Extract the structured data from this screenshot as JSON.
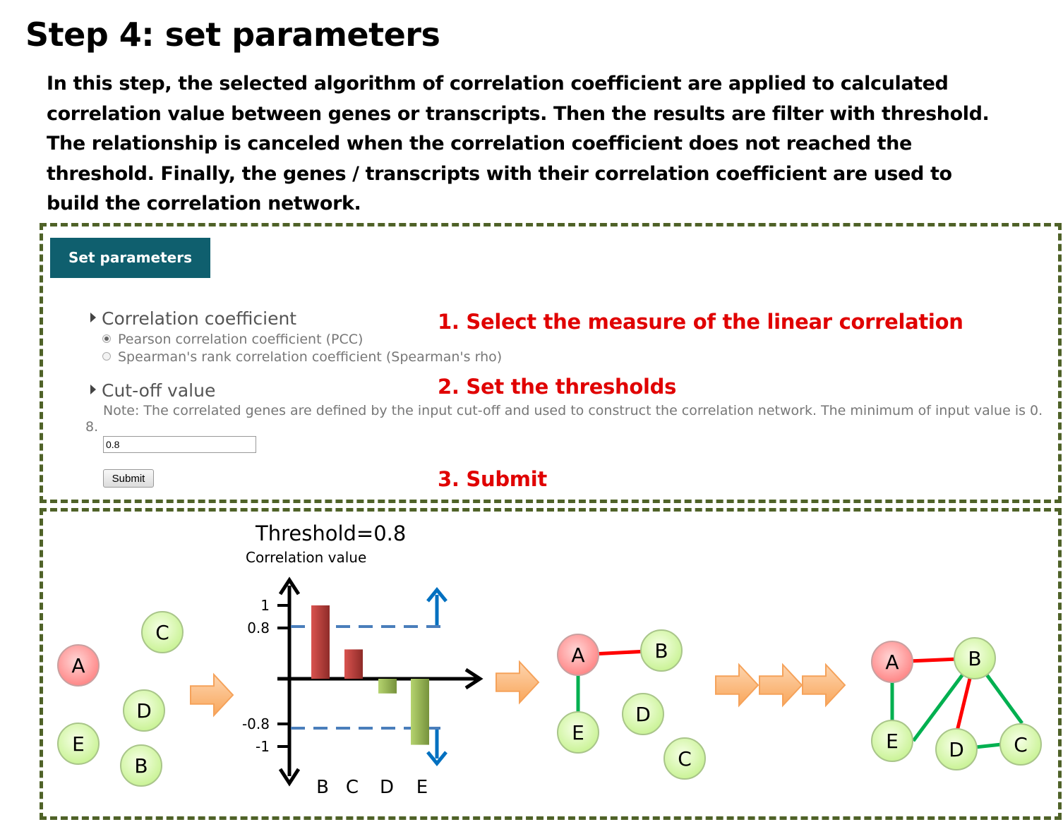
{
  "title": "Step 4: set parameters",
  "intro_lines": [
    "In this step, the selected algorithm of correlation coefficient are applied to calculated",
    "correlation value between genes or transcripts. Then the results are filter with threshold.",
    "The relationship is canceled when the correlation coefficient does not reached the",
    "threshold. Finally, the genes / transcripts with their correlation coefficient are used to",
    "build the correlation network."
  ],
  "form": {
    "header_button": "Set parameters",
    "correlation_heading": "Correlation coefficient",
    "options": [
      {
        "label": "Pearson correlation coefficient (PCC)",
        "selected": true
      },
      {
        "label": "Spearman's rank correlation coefficient (Spearman's rho)",
        "selected": false
      }
    ],
    "cutoff_heading": "Cut-off value",
    "note": "Note: The correlated genes are defined by the input cut-off and used to construct the correlation network. The minimum of input value is 0.8.",
    "cutoff_value": "0.8",
    "submit_label": "Submit"
  },
  "instructions": [
    "1. Select the measure of the linear correlation",
    "2. Set the thresholds",
    "3. Submit"
  ],
  "diagram": {
    "threshold_label": "Threshold=0.8",
    "ylabel": "Correlation value",
    "y_ticks": [
      "1",
      "0.8",
      "-0.8",
      "-1"
    ],
    "bars": [
      {
        "label": "B",
        "value": 1.0,
        "color": "#c0504d"
      },
      {
        "label": "C",
        "value": 0.4,
        "color": "#c0504d"
      },
      {
        "label": "D",
        "value": -0.2,
        "color": "#9bbb59"
      },
      {
        "label": "E",
        "value": -0.9,
        "color": "#9bbb59"
      }
    ],
    "nodes": [
      "A",
      "B",
      "C",
      "D",
      "E"
    ],
    "colors": {
      "positive": "#ff0000",
      "negative": "#00b050",
      "threshold_line": "#4a7ebb",
      "arrow": "#0070c0",
      "node_red": "#ff9999",
      "node_green": "#ccff99",
      "flow_arrow": "#fbb77a"
    }
  }
}
